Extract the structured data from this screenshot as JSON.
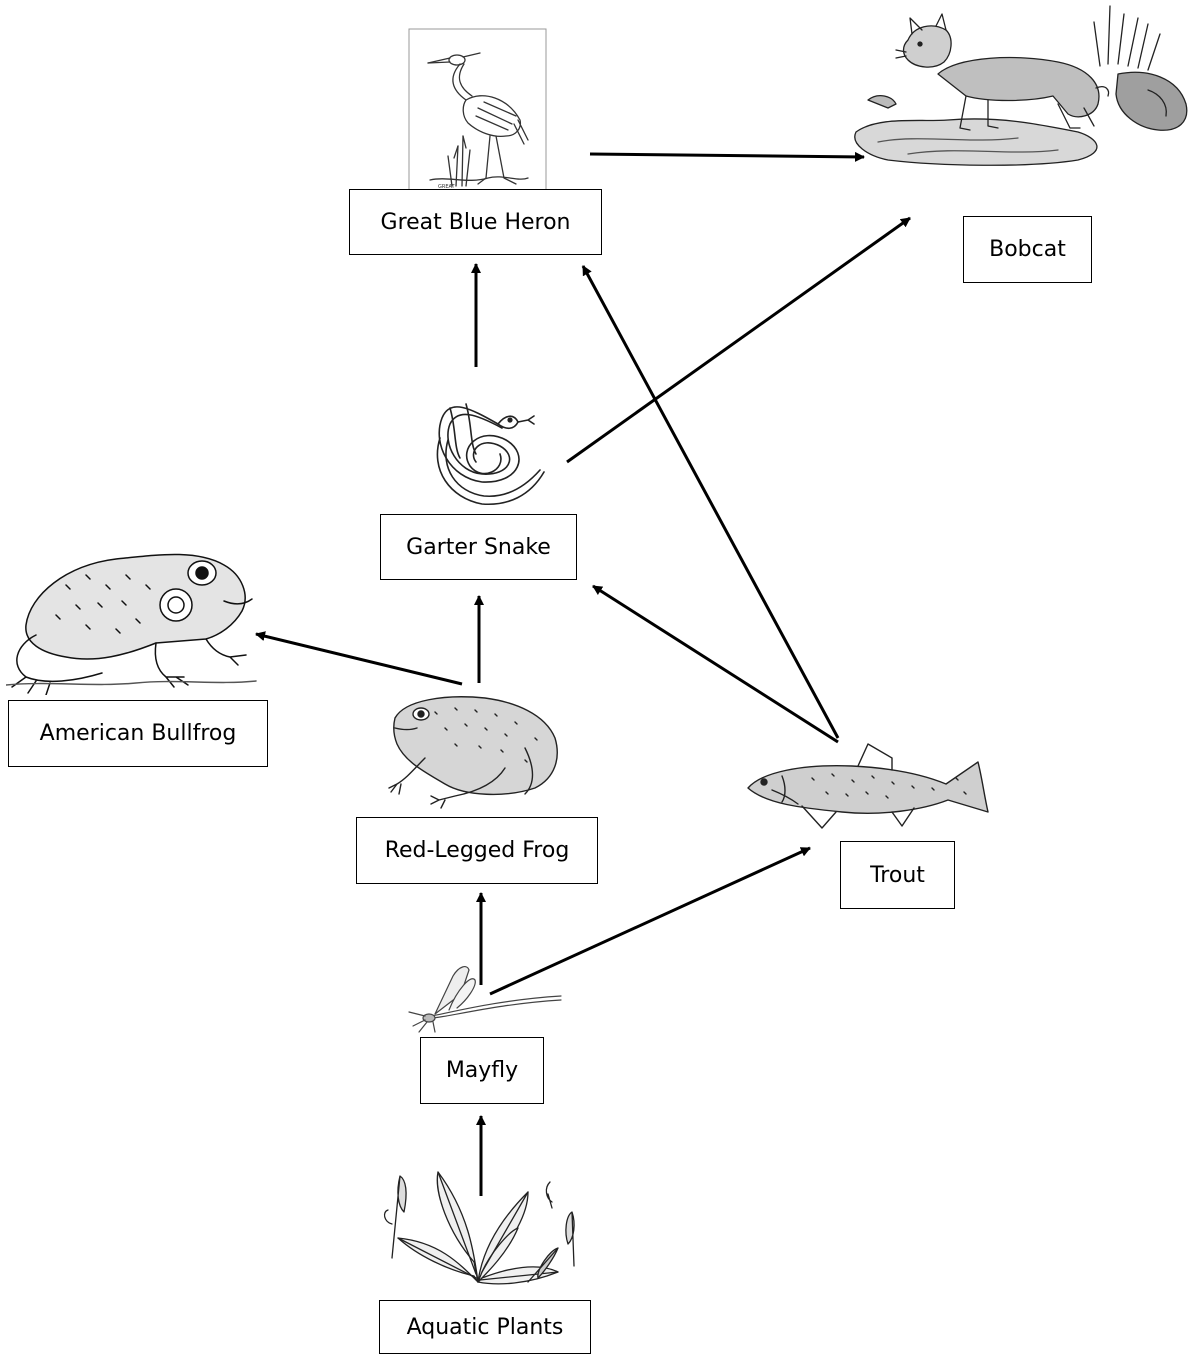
{
  "organisms": {
    "heron": "Great Blue Heron",
    "bobcat": "Bobcat",
    "snake": "Garter Snake",
    "bullfrog": "American Bullfrog",
    "redfrog": "Red-Legged Frog",
    "trout": "Trout",
    "mayfly": "Mayfly",
    "plants": "Aquatic Plants"
  },
  "illustration_captions": {
    "heron_plate": "GREAT"
  },
  "feeding_links": [
    {
      "from": "Great Blue Heron",
      "to": "Bobcat"
    },
    {
      "from": "Garter Snake",
      "to": "Great Blue Heron"
    },
    {
      "from": "Garter Snake",
      "to": "Bobcat"
    },
    {
      "from": "Trout",
      "to": "Great Blue Heron"
    },
    {
      "from": "Trout",
      "to": "Garter Snake"
    },
    {
      "from": "Red-Legged Frog",
      "to": "Garter Snake"
    },
    {
      "from": "Red-Legged Frog",
      "to": "American Bullfrog"
    },
    {
      "from": "Mayfly",
      "to": "Red-Legged Frog"
    },
    {
      "from": "Mayfly",
      "to": "Trout"
    },
    {
      "from": "Aquatic Plants",
      "to": "Mayfly"
    }
  ]
}
